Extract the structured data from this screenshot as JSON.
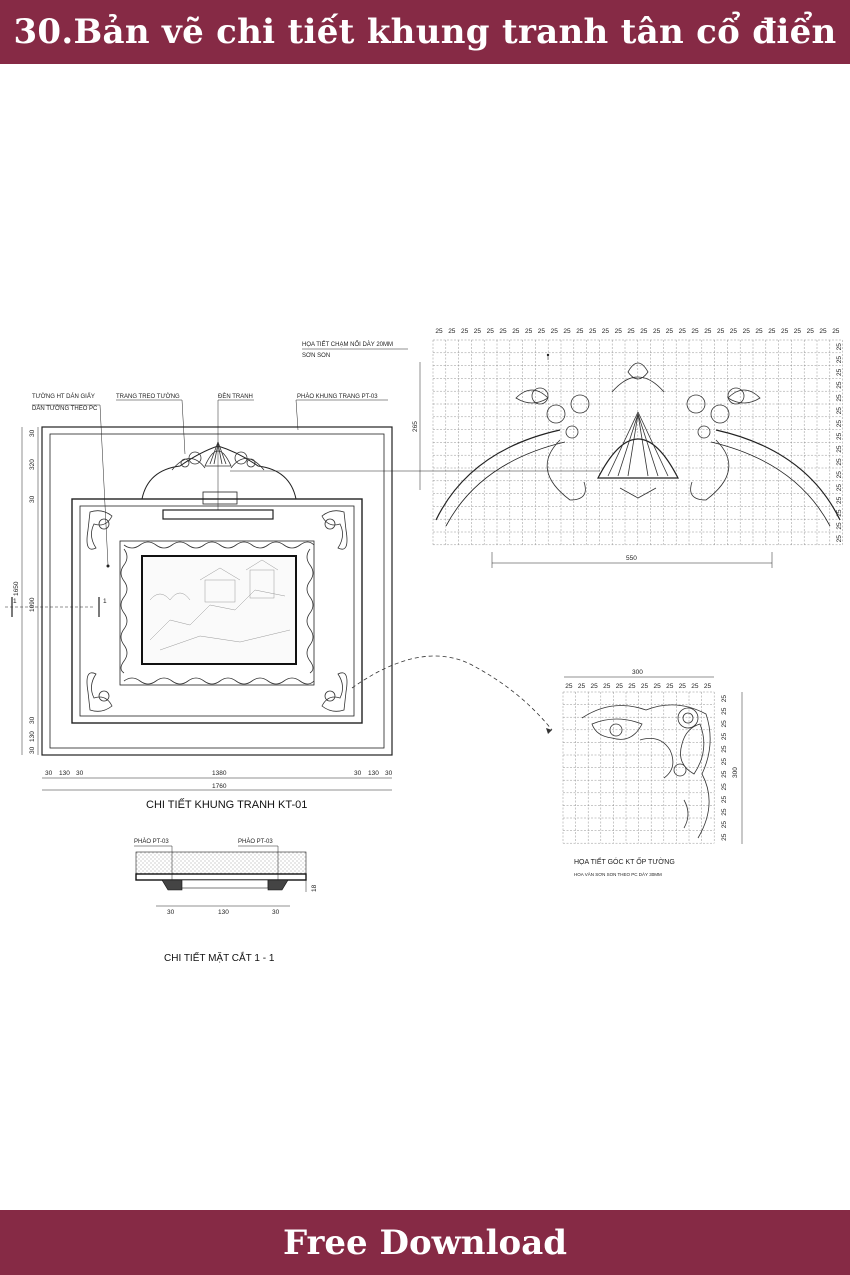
{
  "header": {
    "title": "30.Bản vẽ chi tiết khung tranh tân cổ điển"
  },
  "footer": {
    "label": "Free Download"
  },
  "drawing": {
    "front_view": {
      "title": "CHI TIẾT KHUNG TRANH KT-01",
      "labels": {
        "wallpaper_1": "TƯỜNG HT DÁN GIẤY",
        "wallpaper_2": "DÁN TƯỜNG THEO PC",
        "ornament": "TRANG TREO TƯỜNG",
        "lamp": "ĐÈN TRANH",
        "molding": "PHÀO KHUNG TRANG PT-03",
        "section_mark": "1"
      },
      "dims_bottom": [
        "30",
        "130",
        "30",
        "1380",
        "30",
        "130",
        "30"
      ],
      "dim_total_width": "1760",
      "dims_left": [
        "30",
        "320",
        "30",
        "1090",
        "30",
        "130",
        "30"
      ],
      "dim_total_height": "1650"
    },
    "arch_detail": {
      "label_1": "HỌA TIẾT CHẠM NỔI DÀY 20MM",
      "label_2": "SƠN SON",
      "grid_unit": "25",
      "height_dim": "265",
      "width_dim": "550"
    },
    "corner_detail": {
      "top_dim": "300",
      "side_dim": "300",
      "grid_unit": "25",
      "label_1": "HỌA TIẾT GÓC KT ỐP TƯỜNG",
      "label_2": "HOA VĂN SƠN SON THEO PC DÀY 30MM"
    },
    "section": {
      "title": "CHI TIẾT MẶT CẮT 1 - 1",
      "label_left": "PHÀO PT-03",
      "label_right": "PHÀO PT-03",
      "dims": [
        "30",
        "130",
        "30"
      ],
      "height_dim": "18"
    }
  }
}
